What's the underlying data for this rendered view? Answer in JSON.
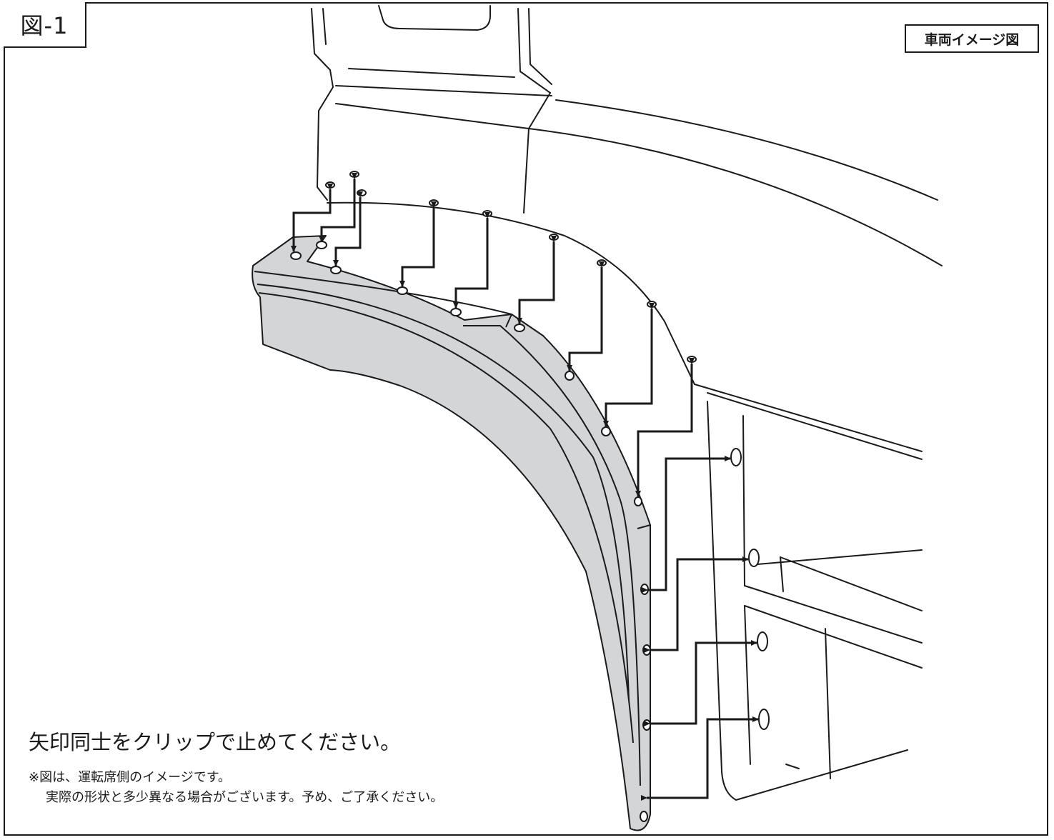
{
  "figure": {
    "label": "図-1",
    "tag": "車両イメージ図"
  },
  "text": {
    "instruction": "矢印同士をクリップで止めてください。",
    "note_line1": "※図は、運転席側のイメージです。",
    "note_line2": "実際の形状と多少異なる場合がございます。予め、ご了承ください。"
  },
  "colors": {
    "line": "#1a1a1a",
    "panel_fill": "#d4d5d7",
    "background": "#ffffff"
  }
}
